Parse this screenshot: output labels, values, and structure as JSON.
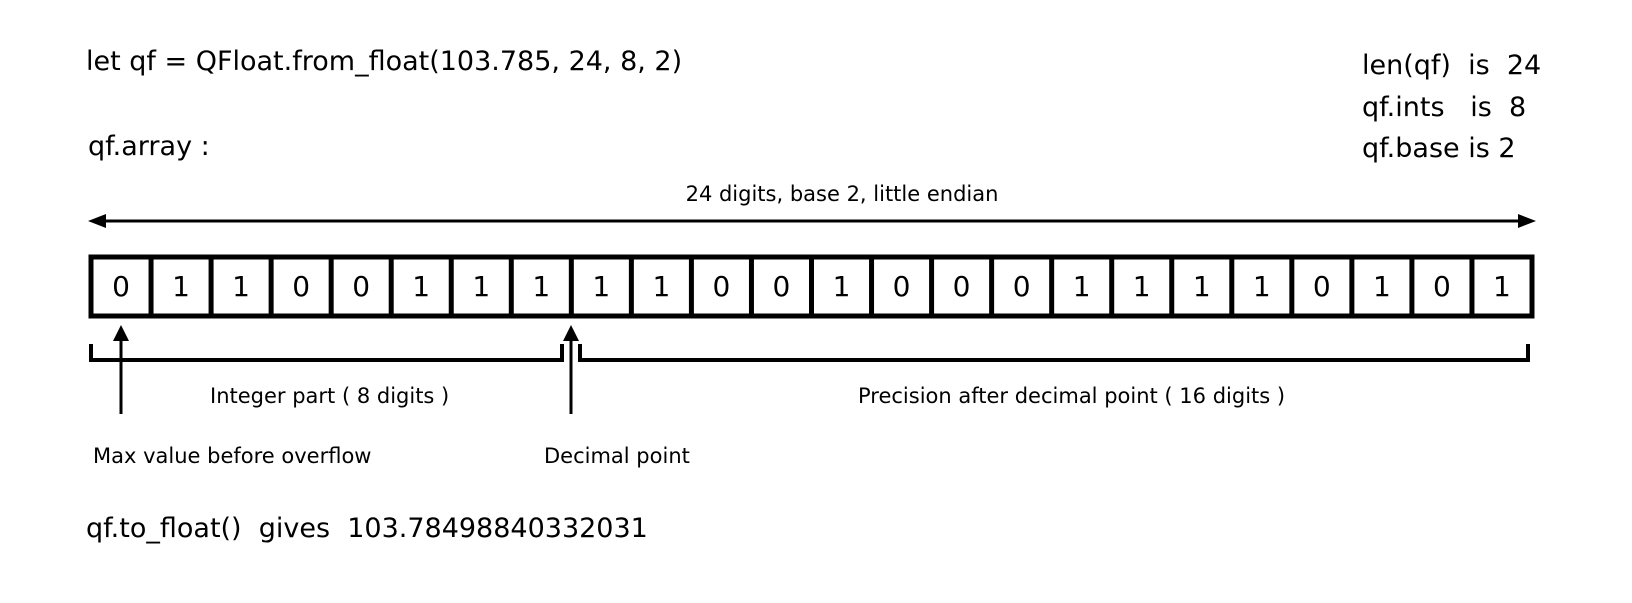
{
  "code": {
    "constructor_line": "let qf = QFloat.from_float(103.785, 24, 8, 2)",
    "array_label": "qf.array :",
    "result_line": "qf.to_float()  gives  103.78498840332031"
  },
  "info": {
    "len_line": "len(qf)  is  24",
    "ints_line": "qf.ints   is  8",
    "base_line": "qf.base is 2"
  },
  "diagram": {
    "span_label": "24 digits, base 2, little endian",
    "digits": [
      "0",
      "1",
      "1",
      "0",
      "0",
      "1",
      "1",
      "1",
      "1",
      "1",
      "0",
      "0",
      "1",
      "0",
      "0",
      "0",
      "1",
      "1",
      "1",
      "1",
      "0",
      "1",
      "0",
      "1"
    ],
    "integer_part_label": "Integer part ( 8 digits )",
    "precision_label": "Precision after decimal point ( 16 digits )",
    "max_value_label": "Max value before overflow",
    "decimal_point_label": "Decimal point"
  }
}
